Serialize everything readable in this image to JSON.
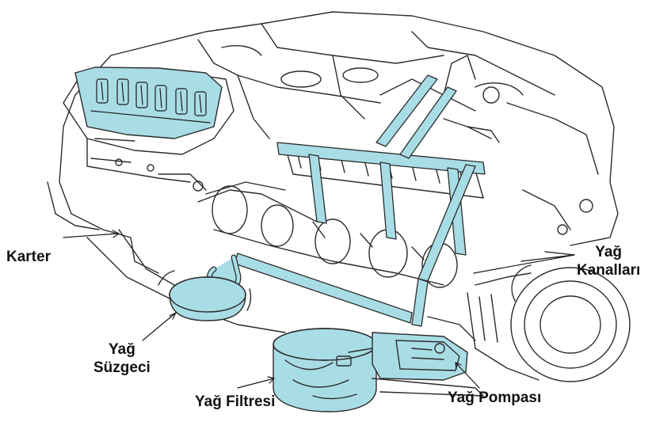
{
  "labels": {
    "karter": "Karter",
    "yag_kanallari_line1": "Yağ",
    "yag_kanallari_line2": "Kanalları",
    "yag_suzgeci_line1": "Yağ",
    "yag_suzgeci_line2": "Süzgeci",
    "yag_filtresi": "Yağ Filtresi",
    "yag_pompasi": "Yağ Pompası"
  },
  "colors": {
    "oil_highlight": "#a9dde6",
    "line_art": "#2b2b2b",
    "label_text": "#111111"
  }
}
